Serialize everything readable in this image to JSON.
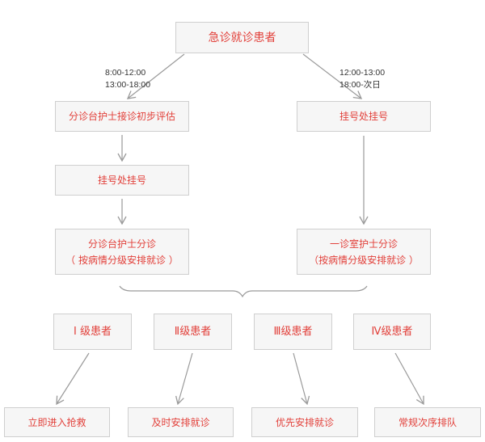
{
  "nodes": {
    "start": "急诊就诊患者",
    "triage_assess": "分诊台护士接诊初步评估",
    "register_left": "挂号处挂号",
    "register_right": "挂号处挂号",
    "triage_nurse_line1": "分诊台护士分诊",
    "triage_nurse_line2": "（ 按病情分级安排就诊 ）",
    "room_nurse_line1": "一诊室护士分诊",
    "room_nurse_line2": "（按病情分级安排就诊 ）",
    "level1": "Ⅰ 级患者",
    "level2": "Ⅱ级患者",
    "level3": "Ⅲ级患者",
    "level4": "Ⅳ级患者",
    "action1": "立即进入抢救",
    "action2": "及时安排就诊",
    "action3": "优先安排就诊",
    "action4": "常规次序排队"
  },
  "times": {
    "left_line1": "8:00-12:00",
    "left_line2": "13:00-18:00",
    "right_line1": "12:00-13:00",
    "right_line2": "18:00-次日"
  },
  "colors": {
    "text": "#e2403a",
    "box_fill": "#f6f6f6",
    "box_border": "#cfcfcf",
    "arrow": "#9a9a9a"
  }
}
